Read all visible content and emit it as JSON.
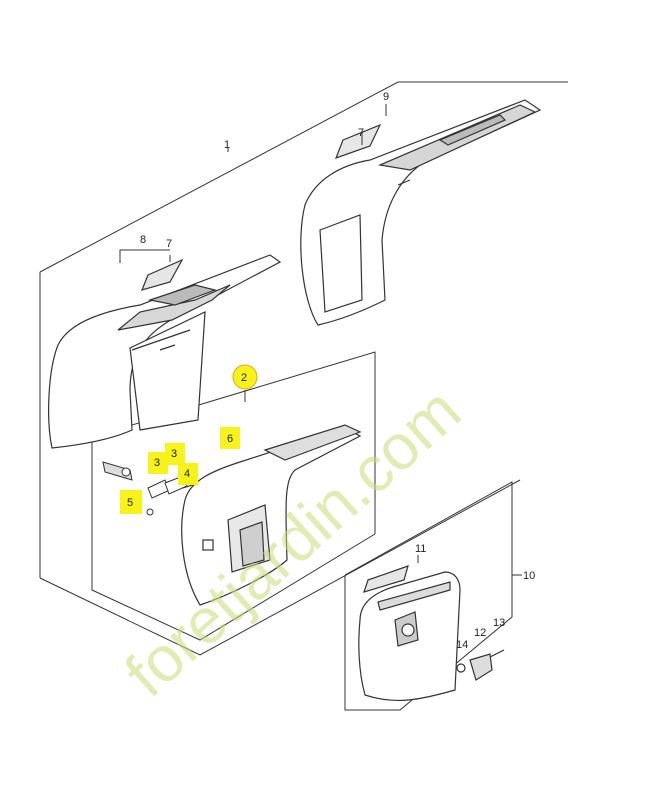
{
  "diagram": {
    "part_labels": {
      "p1": "1",
      "p2": "2",
      "p3a": "3",
      "p3b": "3",
      "p4": "4",
      "p5": "5",
      "p6": "6",
      "p7a": "7",
      "p7b": "7",
      "p8": "8",
      "p9": "9",
      "p10": "10",
      "p11": "11",
      "p12": "12",
      "p13": "13",
      "p14": "14"
    },
    "highlight_color": "#f7f31a",
    "watermark": "foretjardin.com",
    "watermark_color": "#c9dd7a"
  }
}
